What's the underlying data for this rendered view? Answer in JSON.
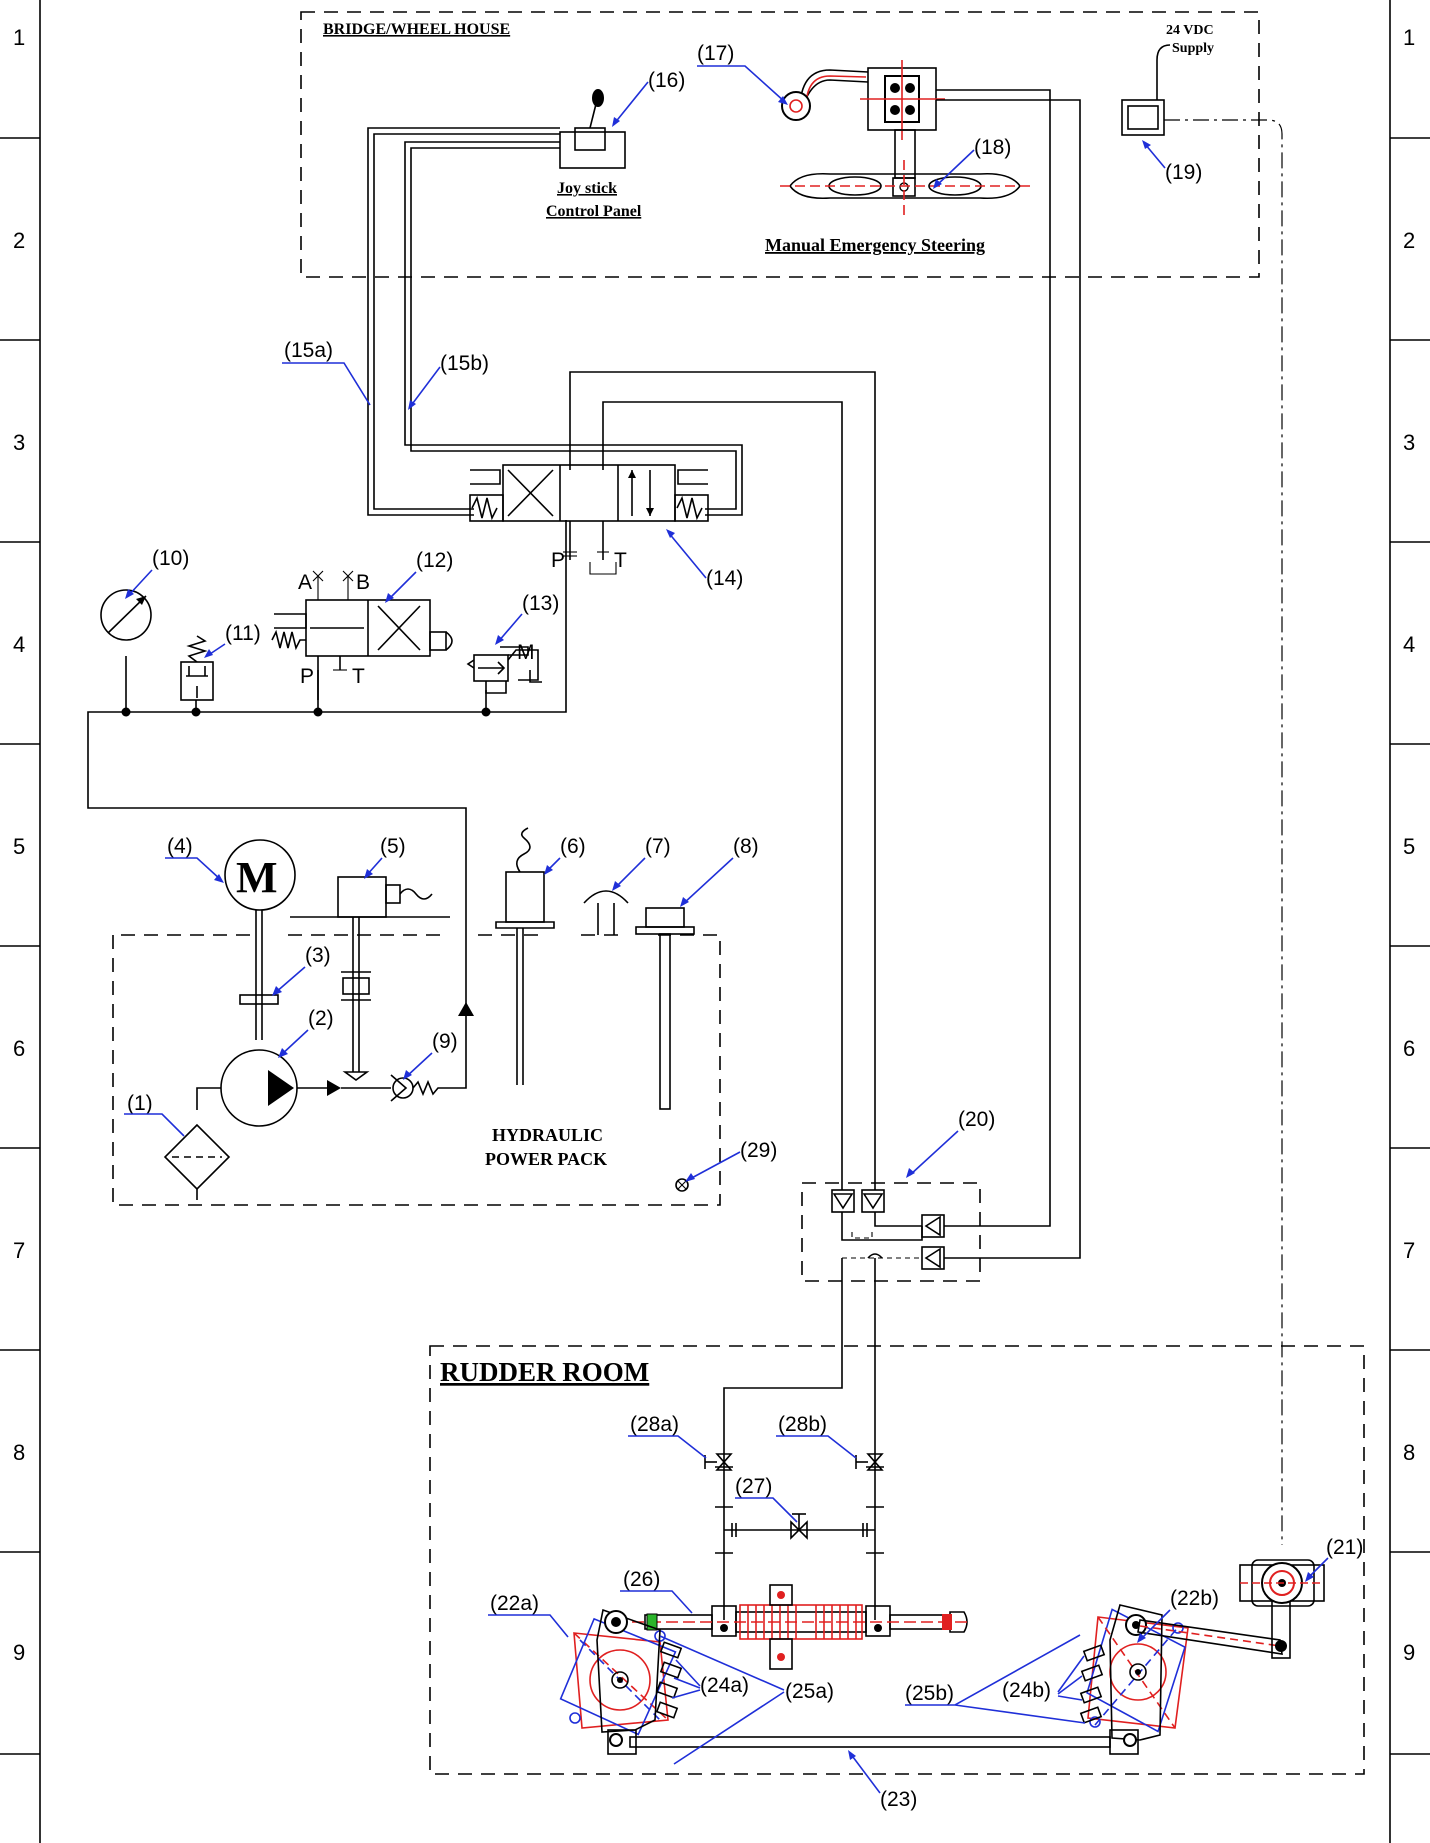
{
  "frame": {
    "row_numbers": [
      "1",
      "2",
      "3",
      "4",
      "5",
      "6",
      "7",
      "8",
      "9"
    ]
  },
  "areas": {
    "bridge": "BRIDGE/WHEEL HOUSE",
    "rudder_room": "RUDDER ROOM",
    "power_pack_line1": "HYDRAULIC",
    "power_pack_line2": "POWER PACK",
    "joystick_line1": "Joy stick",
    "joystick_line2": "Control Panel",
    "manual_steering": "Manual Emergency Steering",
    "supply_line1": "24 VDC",
    "supply_line2": "Supply"
  },
  "port_labels": {
    "p": "P",
    "t": "T",
    "a": "A",
    "b": "B",
    "m": "M"
  },
  "motor_symbol": "M",
  "callouts": {
    "c1": "(1)",
    "c2": "(2)",
    "c3": "(3)",
    "c4": "(4)",
    "c5": "(5)",
    "c6": "(6)",
    "c7": "(7)",
    "c8": "(8)",
    "c9": "(9)",
    "c10": "(10)",
    "c11": "(11)",
    "c12": "(12)",
    "c13": "(13)",
    "c14": "(14)",
    "c15a": "(15a)",
    "c15b": "(15b)",
    "c16": "(16)",
    "c17": "(17)",
    "c18": "(18)",
    "c19": "(19)",
    "c20": "(20)",
    "c21": "(21)",
    "c22a": "(22a)",
    "c22b": "(22b)",
    "c23": "(23)",
    "c24a": "(24a)",
    "c24b": "(24b)",
    "c25a": "(25a)",
    "c25b": "(25b)",
    "c26": "(26)",
    "c27": "(27)",
    "c28a": "(28a)",
    "c28b": "(28b)",
    "c29": "(29)"
  },
  "colors": {
    "callout_leader": "#1f2fd8",
    "rudder_outline": "#e02020",
    "cylinder_body": "#e02020",
    "line": "#000000"
  }
}
